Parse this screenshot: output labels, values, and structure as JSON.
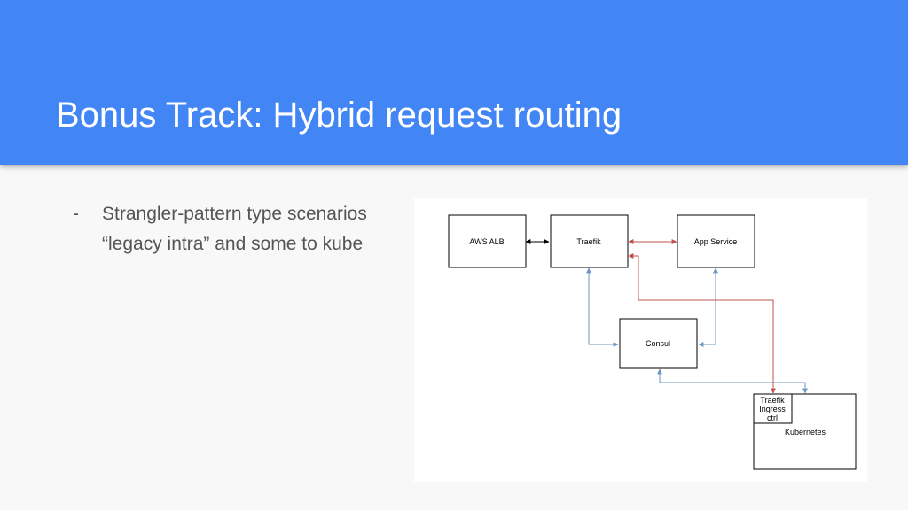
{
  "slide": {
    "title": "Bonus Track: Hybrid request routing",
    "bullet_marker": "-",
    "bullet_line1": "Strangler-pattern type scenarios",
    "bullet_line2": "“legacy intra” and some to kube"
  },
  "diagram": {
    "nodes": {
      "aws_alb": "AWS ALB",
      "traefik": "Traefik",
      "app_service": "App Service",
      "consul": "Consul",
      "traefik_ingress": [
        "Traefik",
        "Ingress",
        "ctrl"
      ],
      "kubernetes": "Kubernetes"
    },
    "colors": {
      "black_link": "#000000",
      "red_link": "#c0504d",
      "blue_link": "#6c97c0"
    }
  }
}
